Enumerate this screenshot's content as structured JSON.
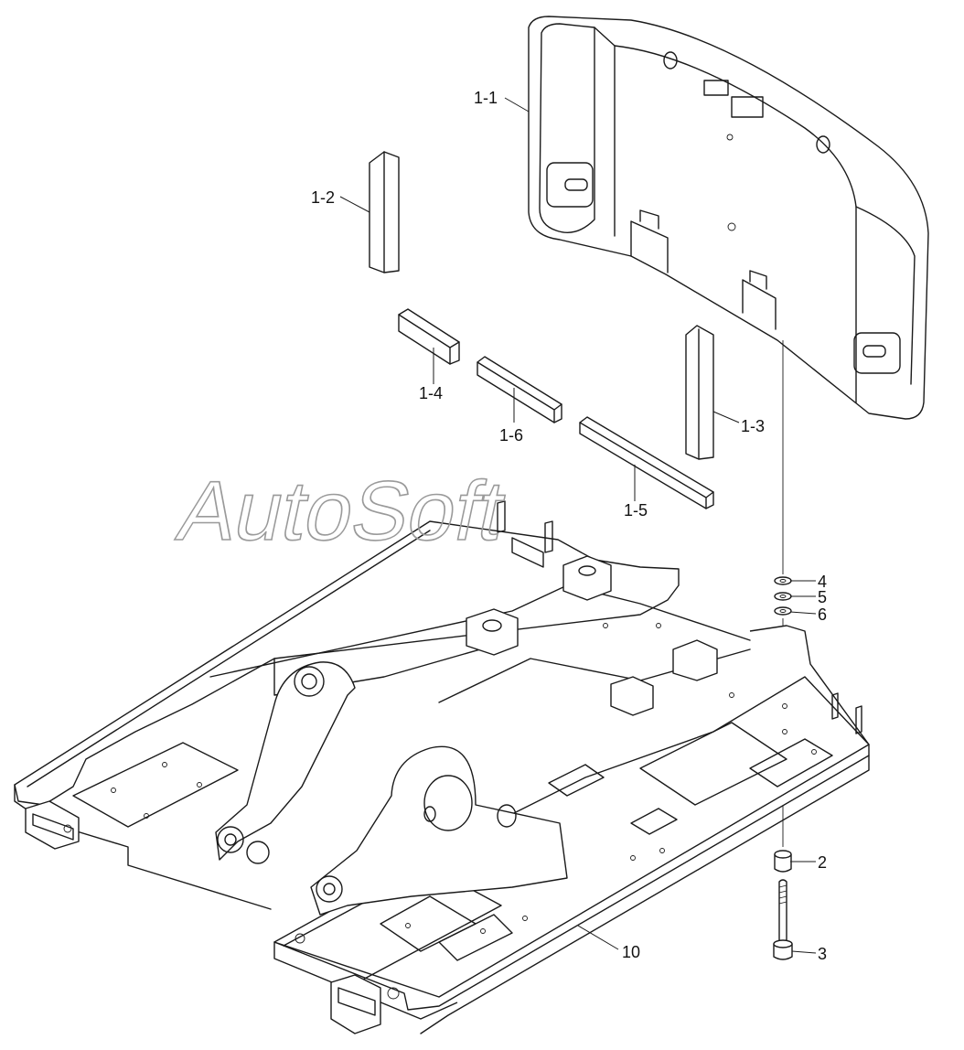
{
  "callouts": {
    "c1_1": "1-1",
    "c1_2": "1-2",
    "c1_3": "1-3",
    "c1_4": "1-4",
    "c1_5": "1-5",
    "c1_6": "1-6",
    "c2": "2",
    "c3": "3",
    "c4": "4",
    "c5": "5",
    "c6": "6",
    "c10": "10"
  },
  "watermark": "AutoSoft"
}
